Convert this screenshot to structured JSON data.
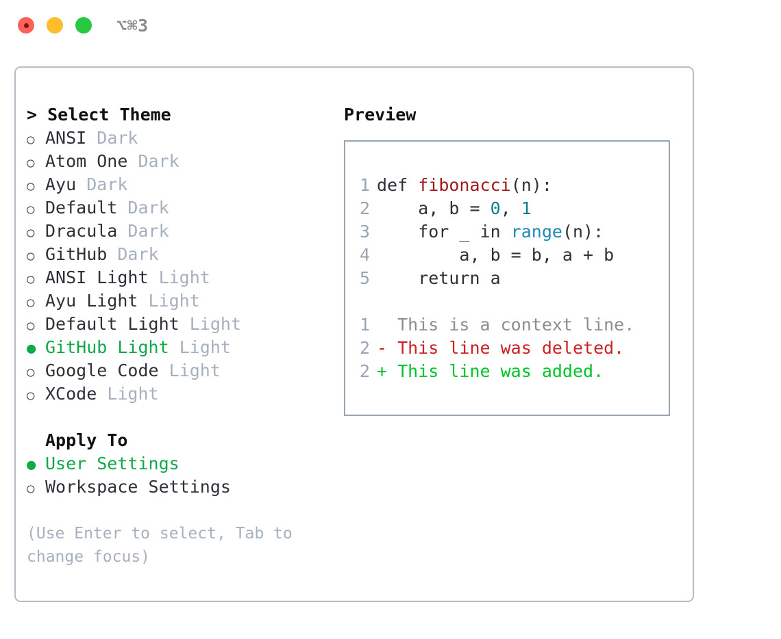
{
  "titlebar": {
    "shortcut": "⌥⌘3",
    "buttons": [
      "close",
      "minimize",
      "maximize"
    ]
  },
  "theme_section": {
    "title": "> Select Theme",
    "focused": true,
    "items": [
      {
        "marker": "○",
        "label": "ANSI",
        "badge": "Dark",
        "selected": false
      },
      {
        "marker": "○",
        "label": "Atom One",
        "badge": "Dark",
        "selected": false
      },
      {
        "marker": "○",
        "label": "Ayu",
        "badge": "Dark",
        "selected": false
      },
      {
        "marker": "○",
        "label": "Default",
        "badge": "Dark",
        "selected": false
      },
      {
        "marker": "○",
        "label": "Dracula",
        "badge": "Dark",
        "selected": false
      },
      {
        "marker": "○",
        "label": "GitHub",
        "badge": "Dark",
        "selected": false
      },
      {
        "marker": "○",
        "label": "ANSI Light",
        "badge": "Light",
        "selected": false
      },
      {
        "marker": "○",
        "label": "Ayu Light",
        "badge": "Light",
        "selected": false
      },
      {
        "marker": "○",
        "label": "Default Light",
        "badge": "Light",
        "selected": false
      },
      {
        "marker": "●",
        "label": "GitHub Light",
        "badge": "Light",
        "selected": true
      },
      {
        "marker": "○",
        "label": "Google Code",
        "badge": "Light",
        "selected": false
      },
      {
        "marker": "○",
        "label": "XCode",
        "badge": "Light",
        "selected": false
      }
    ]
  },
  "apply_section": {
    "title": "Apply To",
    "focused": false,
    "items": [
      {
        "marker": "●",
        "label": "User Settings",
        "selected": true
      },
      {
        "marker": "○",
        "label": "Workspace Settings",
        "selected": false
      }
    ]
  },
  "hint": "(Use Enter to select, Tab to change focus)",
  "preview": {
    "title": "Preview",
    "code_lines": [
      {
        "num": "1",
        "tokens": [
          {
            "t": "def ",
            "k": "def"
          },
          {
            "t": "fibonacci",
            "k": "func"
          },
          {
            "t": "(n):",
            "k": "plain"
          }
        ]
      },
      {
        "num": "2",
        "tokens": [
          {
            "t": "    a, b = ",
            "k": "plain"
          },
          {
            "t": "0",
            "k": "num"
          },
          {
            "t": ", ",
            "k": "plain"
          },
          {
            "t": "1",
            "k": "num"
          }
        ]
      },
      {
        "num": "3",
        "tokens": [
          {
            "t": "    for _ in ",
            "k": "plain"
          },
          {
            "t": "range",
            "k": "builtin"
          },
          {
            "t": "(n):",
            "k": "plain"
          }
        ]
      },
      {
        "num": "4",
        "tokens": [
          {
            "t": "        a, b = b, a + b",
            "k": "plain"
          }
        ]
      },
      {
        "num": "5",
        "tokens": [
          {
            "t": "    return a",
            "k": "plain"
          }
        ]
      }
    ],
    "diff_lines": [
      {
        "num": "1",
        "text": "  This is a context line.",
        "kind": "ctx"
      },
      {
        "num": "2",
        "text": "- This line was deleted.",
        "kind": "del"
      },
      {
        "num": "2",
        "text": "+ This line was added.",
        "kind": "add"
      }
    ]
  },
  "colors": {
    "selected_green": "#11a84a",
    "badge_gray": "#a7b0bf",
    "diff_added": "#00c42b",
    "diff_deleted": "#cc2222",
    "diff_context": "#8d8d8d",
    "func_red": "#9e1a1a",
    "number_teal": "#0b8080",
    "builtin_blue": "#1f8ab5",
    "panel_border": "#b6bdc9",
    "preview_border": "#9aa5b4"
  }
}
